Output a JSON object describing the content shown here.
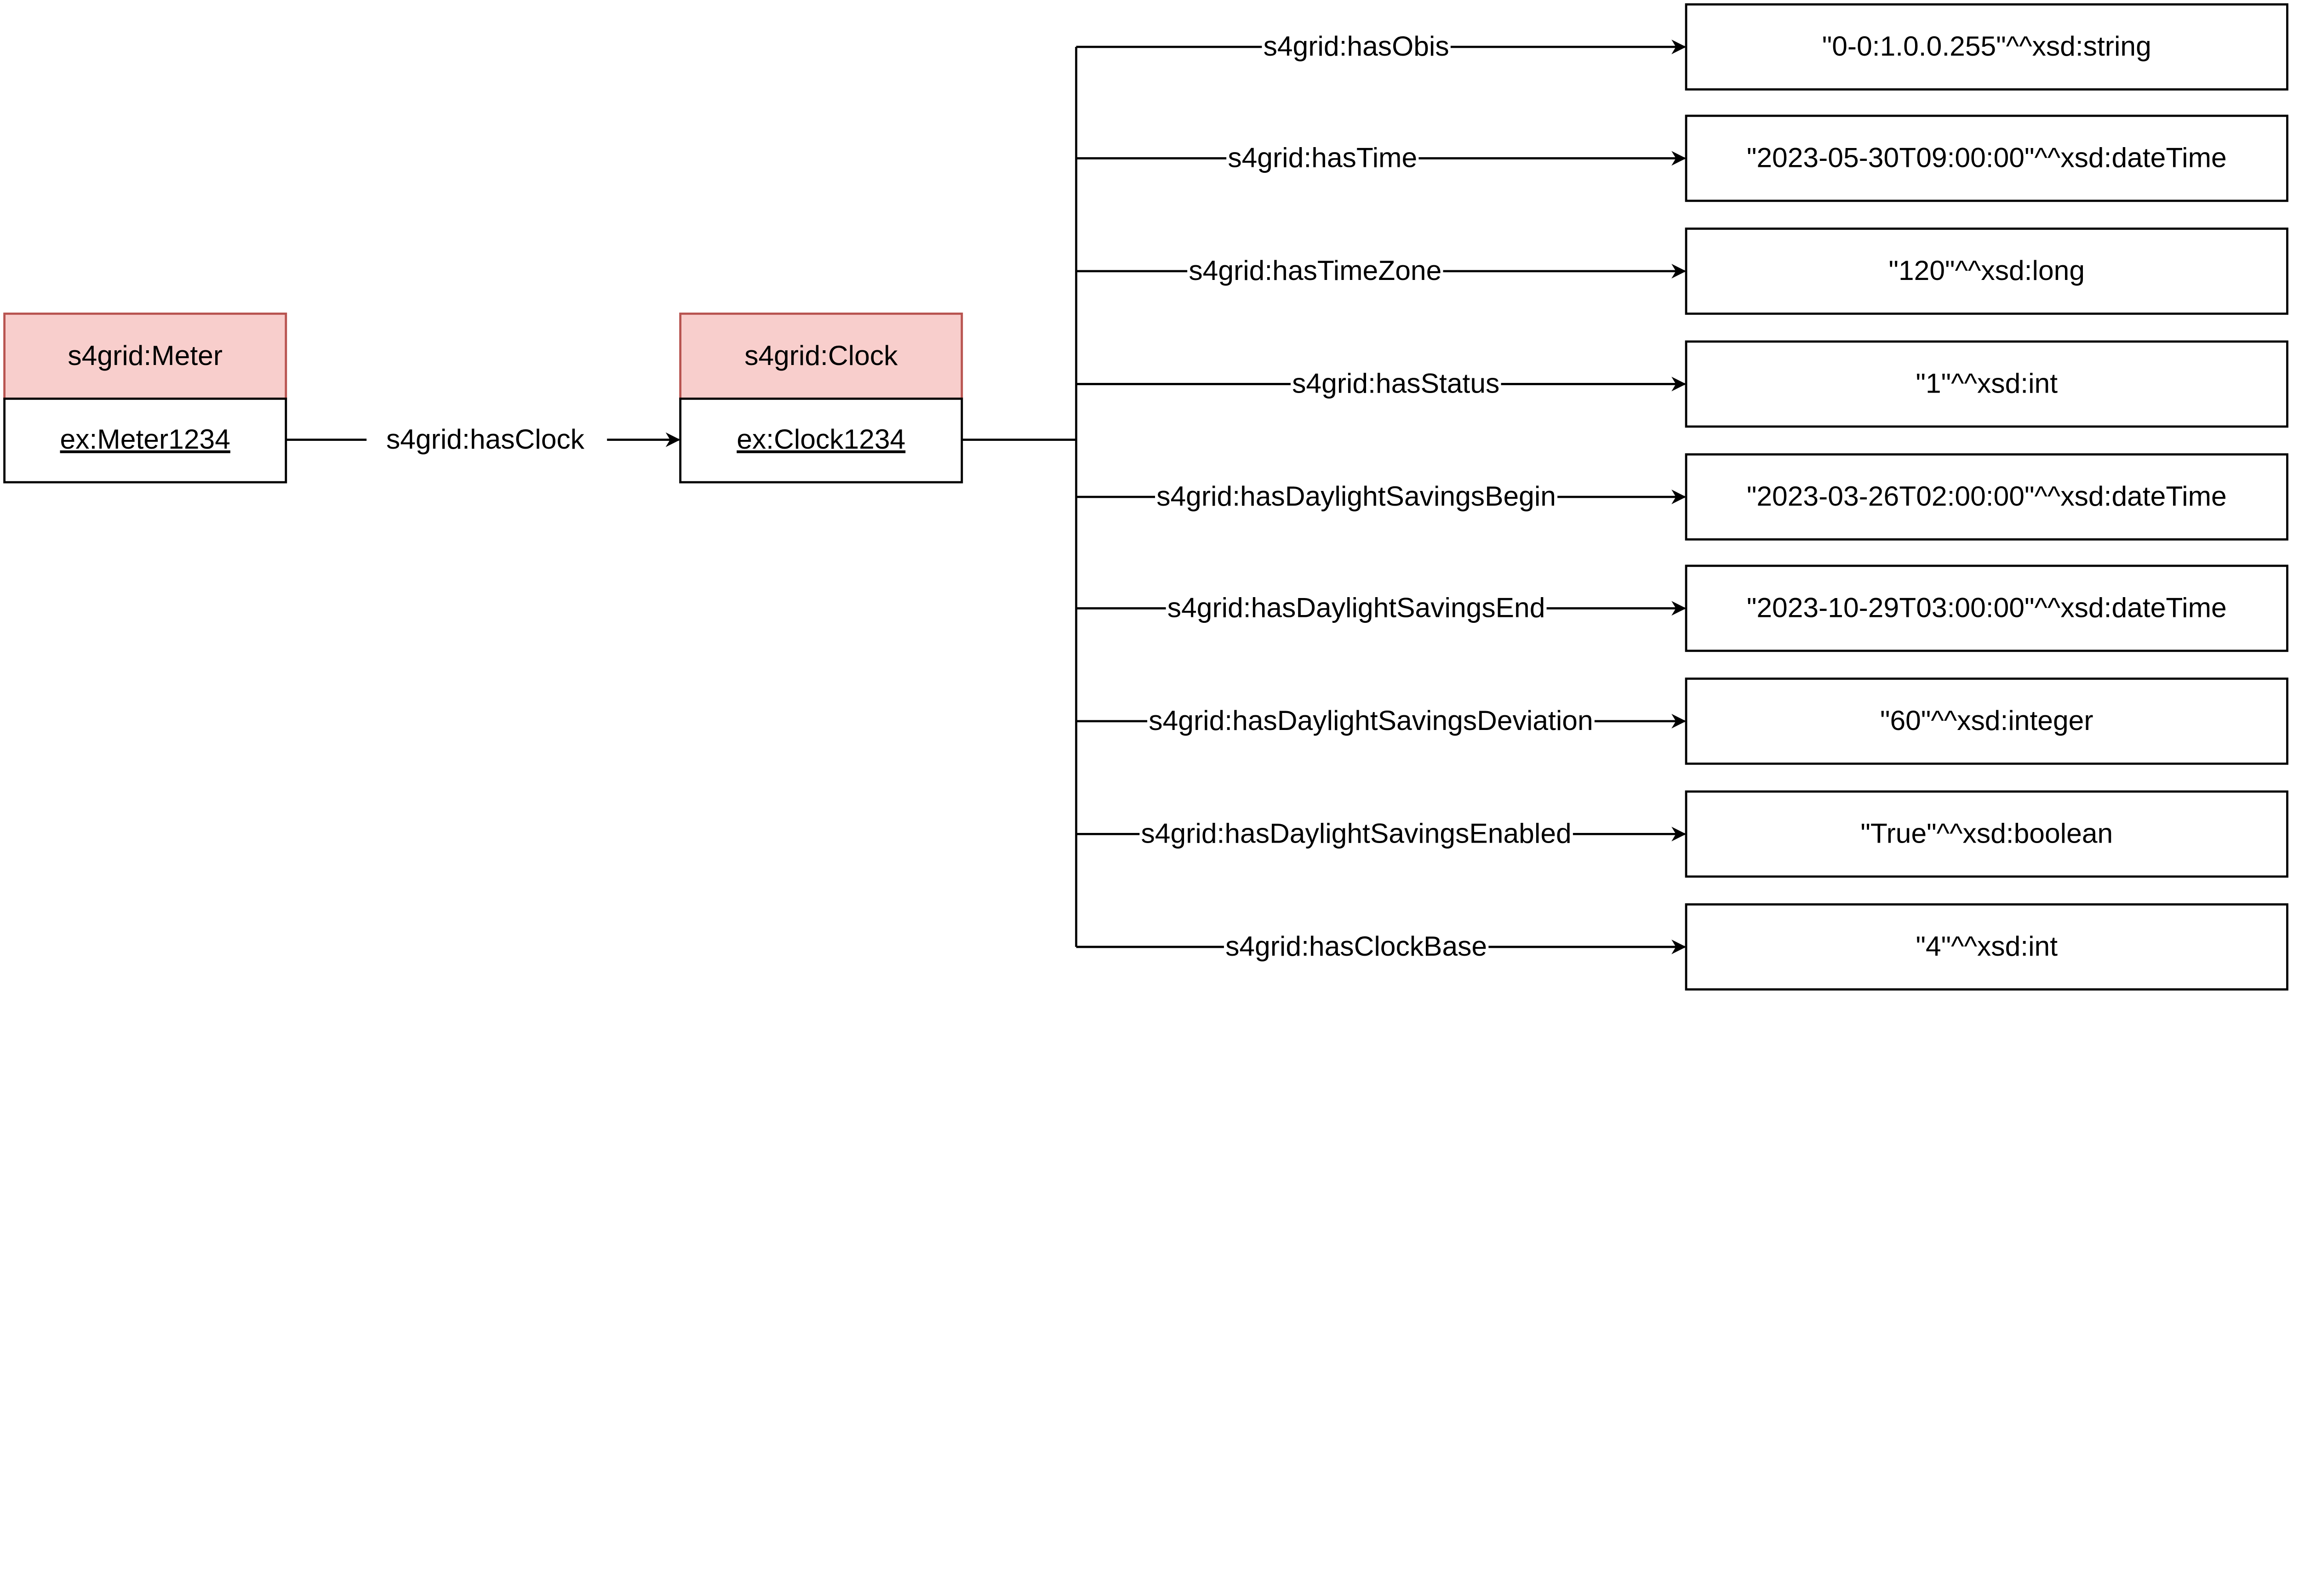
{
  "colors": {
    "class_fill": "#f8cecc",
    "class_stroke": "#b85450",
    "line": "#000000",
    "background": "#ffffff"
  },
  "nodes": {
    "meter": {
      "class_label": "s4grid:Meter",
      "instance_label": "ex:Meter1234"
    },
    "clock": {
      "class_label": "s4grid:Clock",
      "instance_label": "ex:Clock1234"
    }
  },
  "edges": {
    "has_clock": "s4grid:hasClock"
  },
  "properties": [
    {
      "predicate": "s4grid:hasObis",
      "value": "\"0-0:1.0.0.255\"^^xsd:string"
    },
    {
      "predicate": "s4grid:hasTime",
      "value": "\"2023-05-30T09:00:00\"^^xsd:dateTime"
    },
    {
      "predicate": "s4grid:hasTimeZone",
      "value": "\"120\"^^xsd:long"
    },
    {
      "predicate": "s4grid:hasStatus",
      "value": "\"1\"^^xsd:int"
    },
    {
      "predicate": "s4grid:hasDaylightSavingsBegin",
      "value": "\"2023-03-26T02:00:00\"^^xsd:dateTime"
    },
    {
      "predicate": "s4grid:hasDaylightSavingsEnd",
      "value": "\"2023-10-29T03:00:00\"^^xsd:dateTime"
    },
    {
      "predicate": "s4grid:hasDaylightSavingsDeviation",
      "value": "\"60\"^^xsd:integer"
    },
    {
      "predicate": "s4grid:hasDaylightSavingsEnabled",
      "value": "\"True\"^^xsd:boolean"
    },
    {
      "predicate": "s4grid:hasClockBase",
      "value": "\"4\"^^xsd:int"
    }
  ]
}
